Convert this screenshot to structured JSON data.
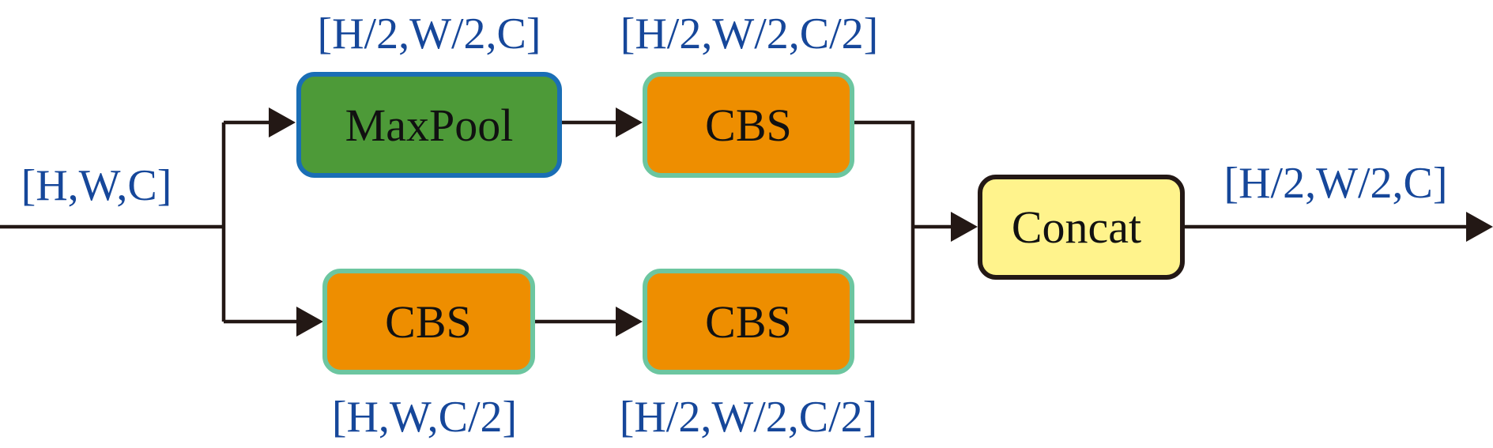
{
  "labels": {
    "input": "[H,W,C]",
    "maxpool_out": "[H/2,W/2,C]",
    "cbs_top_out": "[H/2,W/2,C/2]",
    "cbs_bottom1_out": "[H,W,C/2]",
    "cbs_bottom2_out": "[H/2,W/2,C/2]",
    "output": "[H/2,W/2,C]"
  },
  "blocks": {
    "maxpool": "MaxPool",
    "cbs_top": "CBS",
    "cbs_bottom1": "CBS",
    "cbs_bottom2": "CBS",
    "concat": "Concat"
  },
  "colors": {
    "maxpool_fill": "#4d9a38",
    "maxpool_border": "#1a6eb5",
    "cbs_fill": "#ee8e00",
    "cbs_border": "#6cc6a0",
    "concat_fill": "#fff38c",
    "concat_border": "#231815",
    "label_text": "#16479a",
    "line": "#231815"
  }
}
